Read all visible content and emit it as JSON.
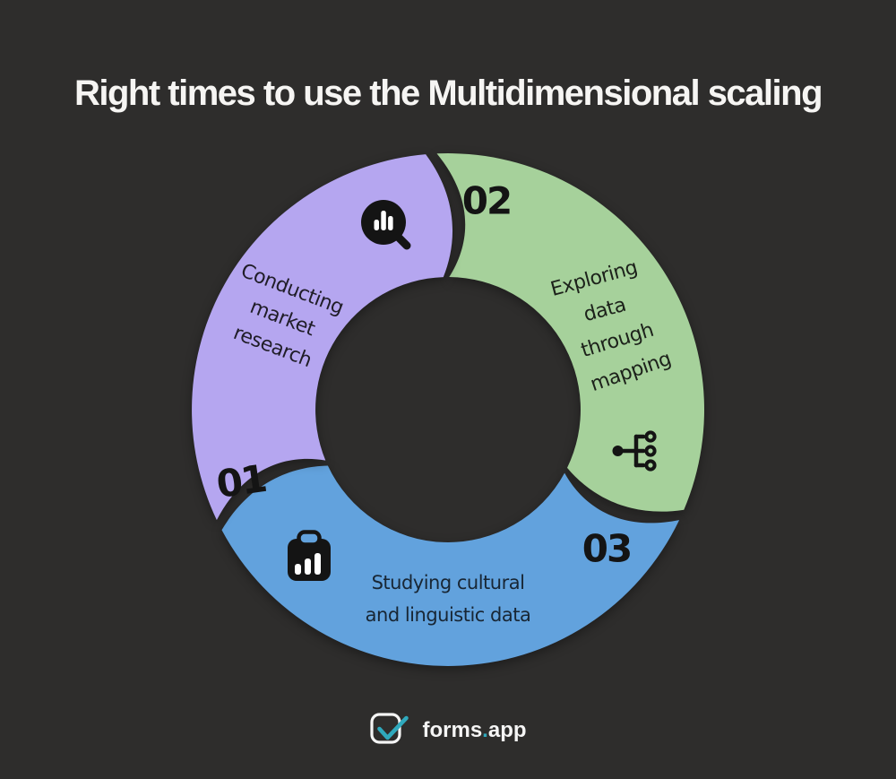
{
  "title": "Right times to use the Multidimensional scaling",
  "background_color": "#2e2d2c",
  "chart_data": {
    "type": "pie",
    "subtype": "donut infographic with 3 equal swirl segments",
    "title": "Right times to use the Multidimensional scaling",
    "values": [
      33.3,
      33.3,
      33.3
    ],
    "number_color": "#141414",
    "segments": [
      {
        "number": "01",
        "label": "Conducting market research",
        "lines": [
          "Conducting",
          "market",
          "research"
        ],
        "color": "#b5a6f0",
        "text_color": "#201d28",
        "icon": "magnifier-bar-chart-icon"
      },
      {
        "number": "02",
        "label": "Exploring data through mapping",
        "lines": [
          "Exploring",
          "data",
          "through",
          "mapping"
        ],
        "color": "#a6d19b",
        "text_color": "#1c211a",
        "icon": "tree-hierarchy-icon"
      },
      {
        "number": "03",
        "label": "Studying cultural and linguistic data",
        "lines": [
          "Studying cultural",
          "and linguistic data"
        ],
        "color": "#62a2dd",
        "text_color": "#182634",
        "icon": "clipboard-bar-chart-icon"
      }
    ]
  },
  "footer": {
    "logo": "forms-app-check-square",
    "brand_forms": "forms",
    "brand_dot": ".",
    "brand_app": "app",
    "accent_color": "#2fa9bd"
  }
}
